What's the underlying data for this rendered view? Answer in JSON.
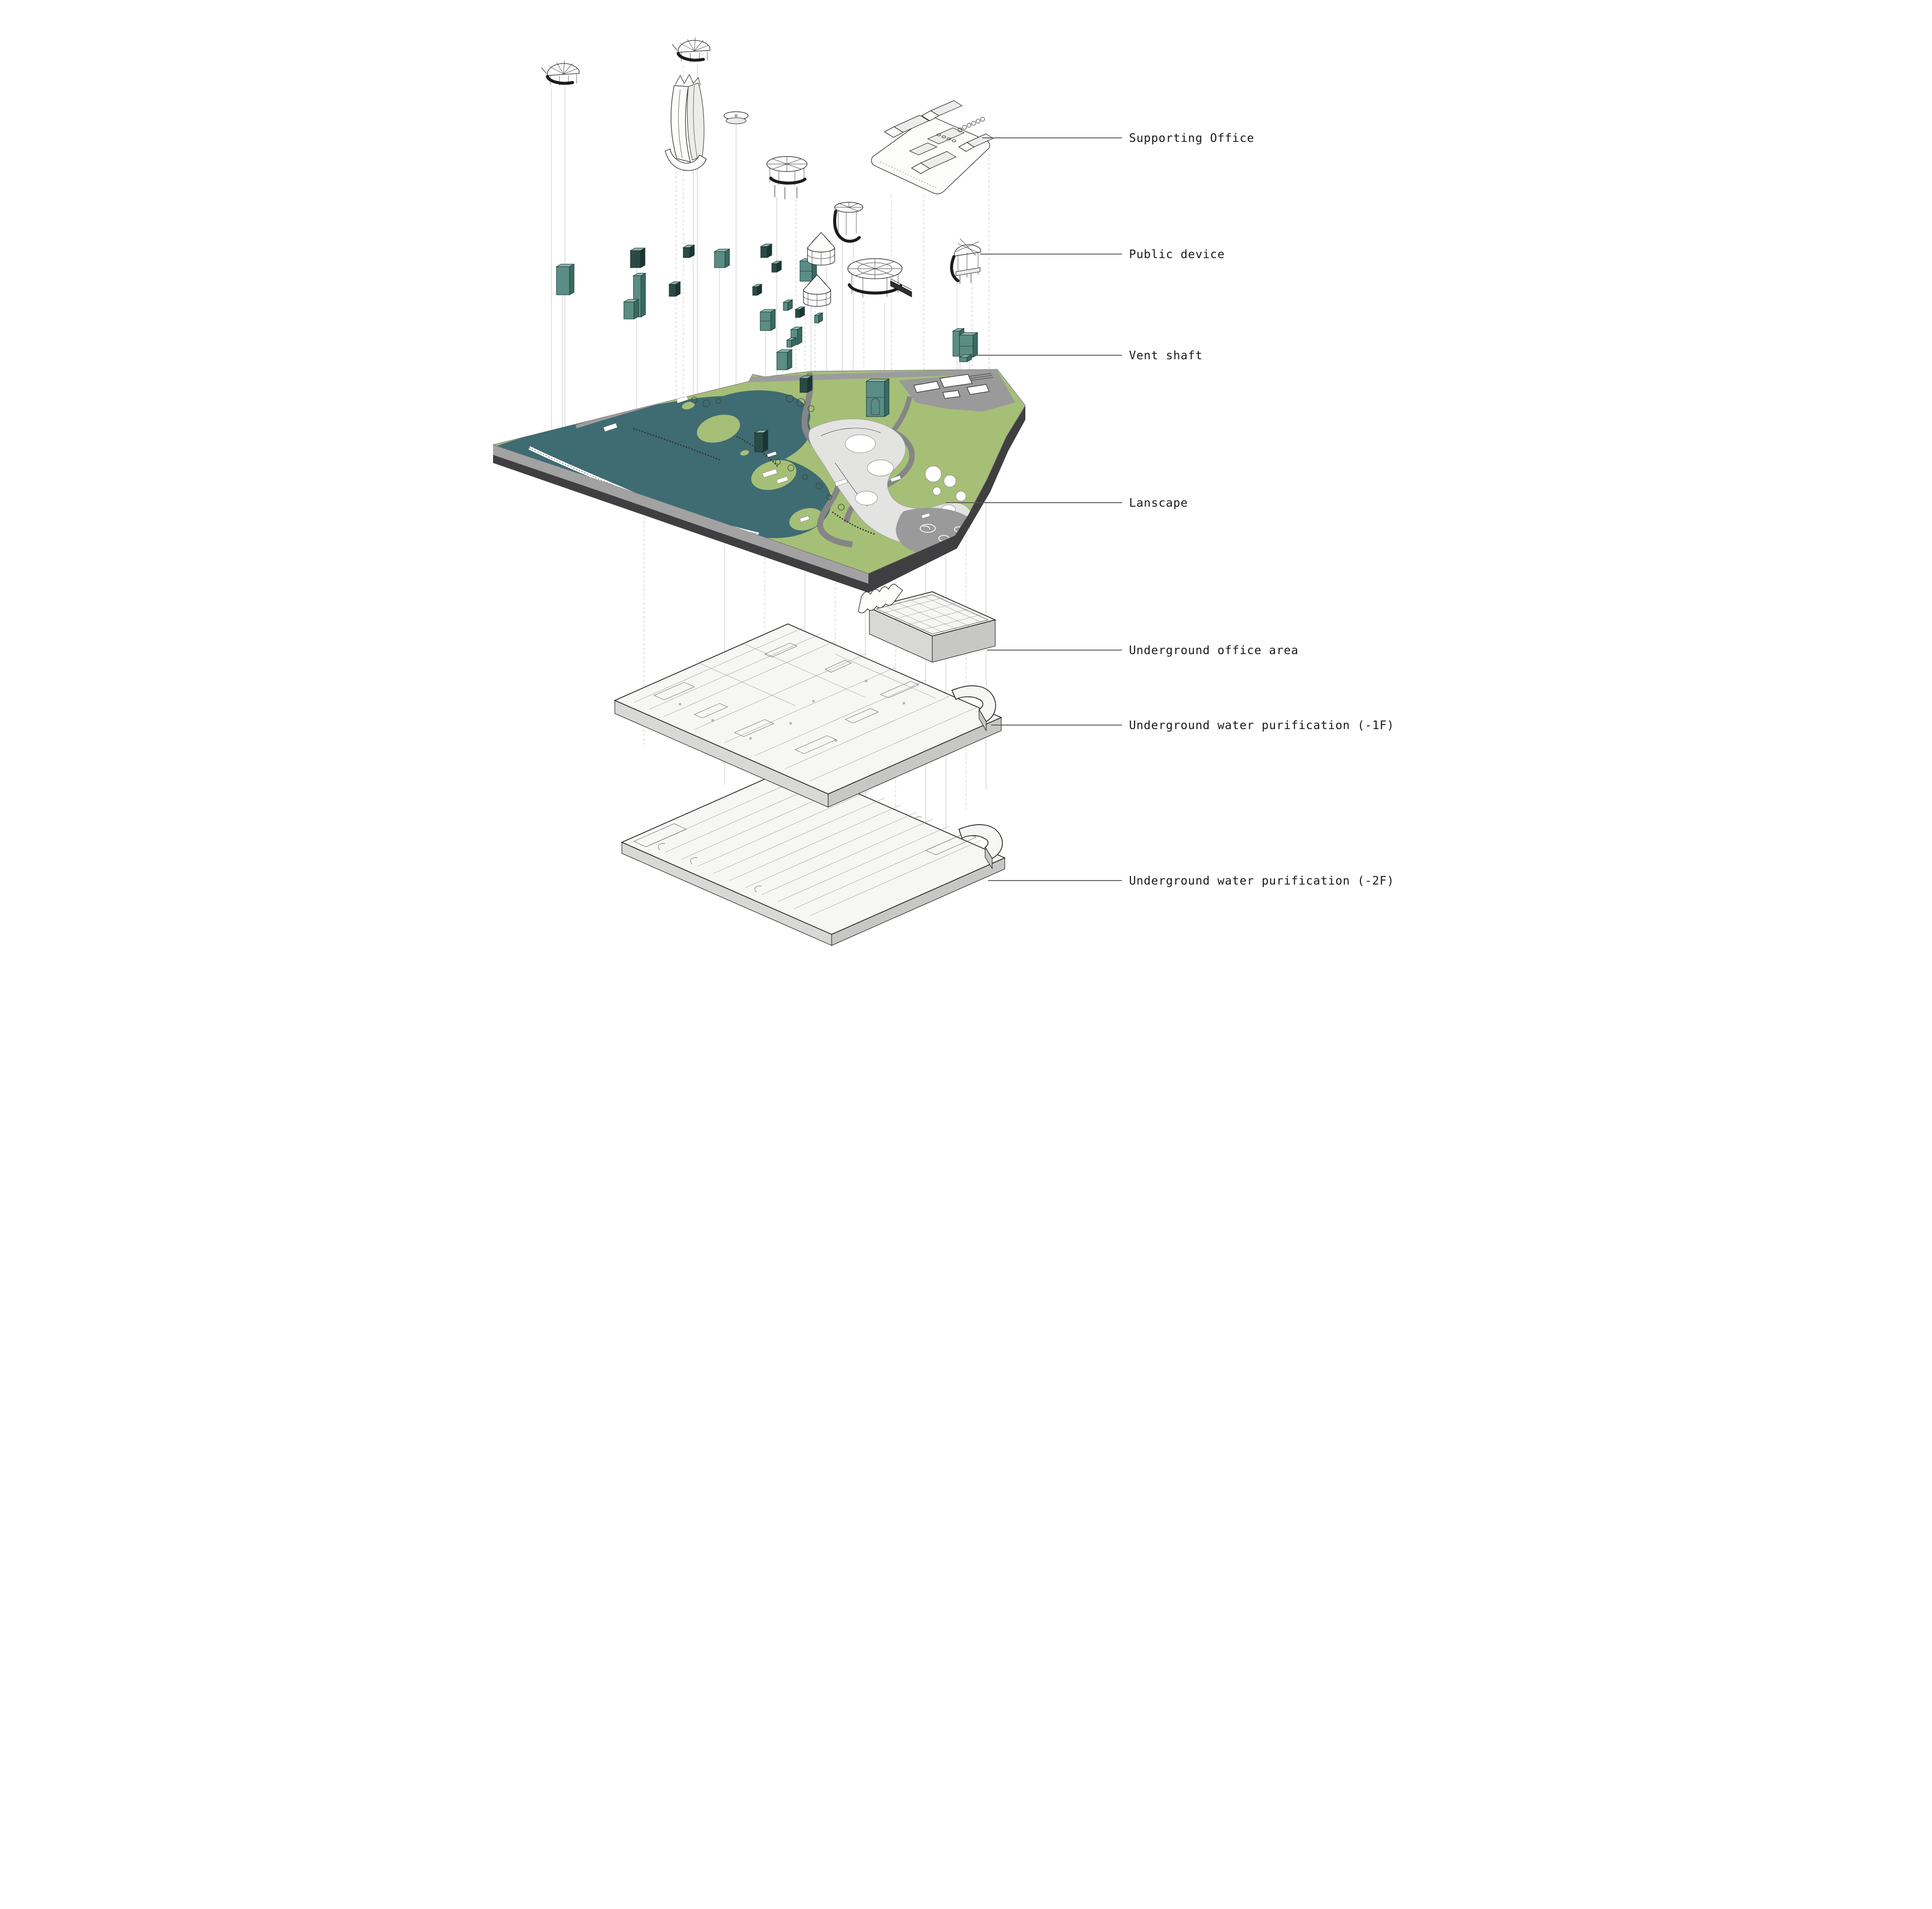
{
  "figure": {
    "type": "architectural-exploded-axonometric-diagram",
    "layers_top_to_bottom": [
      "Supporting Office",
      "Public device",
      "Vent shaft",
      "Lanscape",
      "Underground office area",
      "Underground water purification (-1F)",
      "Underground water purification (-2F)"
    ]
  },
  "labels": [
    {
      "id": "supporting-office",
      "text": "Supporting Office"
    },
    {
      "id": "public-device",
      "text": "Public device"
    },
    {
      "id": "vent-shaft",
      "text": "Vent shaft"
    },
    {
      "id": "lanscape",
      "text": "Lanscape"
    },
    {
      "id": "underground-office-area",
      "text": "Underground office area"
    },
    {
      "id": "underground-water-purification-1f",
      "text": "Underground water purification (-1F)"
    },
    {
      "id": "underground-water-purification-2f",
      "text": "Underground water purification (-2F)"
    }
  ],
  "colors": {
    "background": "#ffffff",
    "ink": "#1a1a1a",
    "leader": "#555555",
    "dropline": "#b9b9b9",
    "structure_fill": "#fcfcfb",
    "structure_line": "#2a2a2a",
    "teal_top": "#8fb7ae",
    "teal_front": "#5a8d85",
    "teal_side": "#3a6a62",
    "teal_dark_front": "#2b4a45",
    "teal_dark_side": "#1c3531",
    "teal_outline": "#12302b",
    "green": "#a6bf77",
    "water": "#3f6b72",
    "road": "#858585",
    "road_light": "#9c9c9c",
    "plaza": "#9a9a9a",
    "playground": "#e3e3e1",
    "earth_dark": "#3f3f41",
    "earth_bevel": "#a2a2a2",
    "slab_face": "#f6f6f4",
    "slab_side": "#d8d8d6",
    "slab_side2": "#c7c7c5"
  }
}
